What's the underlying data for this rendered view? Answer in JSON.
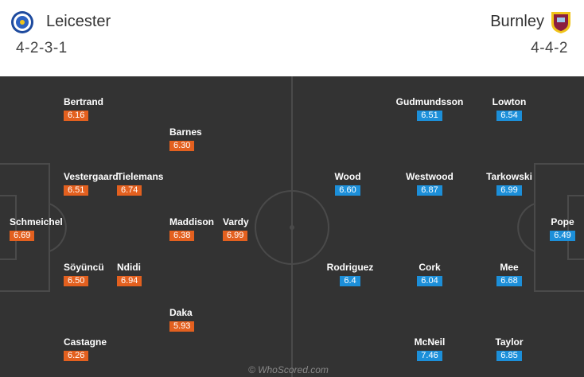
{
  "home": {
    "name": "Leicester",
    "formation": "4-2-3-1",
    "crest_icon": "leicester-crest-icon",
    "accent": "#e3601f",
    "players": [
      {
        "name": "Bertrand",
        "rating": "6.16"
      },
      {
        "name": "Barnes",
        "rating": "6.30"
      },
      {
        "name": "Vestergaard",
        "rating": "6.51"
      },
      {
        "name": "Tielemans",
        "rating": "6.74"
      },
      {
        "name": "Schmeichel",
        "rating": "6.69"
      },
      {
        "name": "Maddison",
        "rating": "6.38"
      },
      {
        "name": "Vardy",
        "rating": "6.99"
      },
      {
        "name": "Söyüncü",
        "rating": "6.50"
      },
      {
        "name": "Ndidi",
        "rating": "6.94"
      },
      {
        "name": "Daka",
        "rating": "5.93"
      },
      {
        "name": "Castagne",
        "rating": "6.26"
      }
    ]
  },
  "away": {
    "name": "Burnley",
    "formation": "4-4-2",
    "crest_icon": "burnley-crest-icon",
    "accent": "#1c8fd9",
    "players": [
      {
        "name": "Gudmundsson",
        "rating": "6.51"
      },
      {
        "name": "Lowton",
        "rating": "6.54"
      },
      {
        "name": "Wood",
        "rating": "6.60"
      },
      {
        "name": "Westwood",
        "rating": "6.87"
      },
      {
        "name": "Tarkowski",
        "rating": "6.99"
      },
      {
        "name": "Pope",
        "rating": "6.49"
      },
      {
        "name": "Rodriguez",
        "rating": "6.4"
      },
      {
        "name": "Cork",
        "rating": "6.04"
      },
      {
        "name": "Mee",
        "rating": "6.68"
      },
      {
        "name": "McNeil",
        "rating": "7.46"
      },
      {
        "name": "Taylor",
        "rating": "6.85"
      }
    ]
  },
  "pitch_color": "#333333",
  "watermark": "© WhoScored.com"
}
